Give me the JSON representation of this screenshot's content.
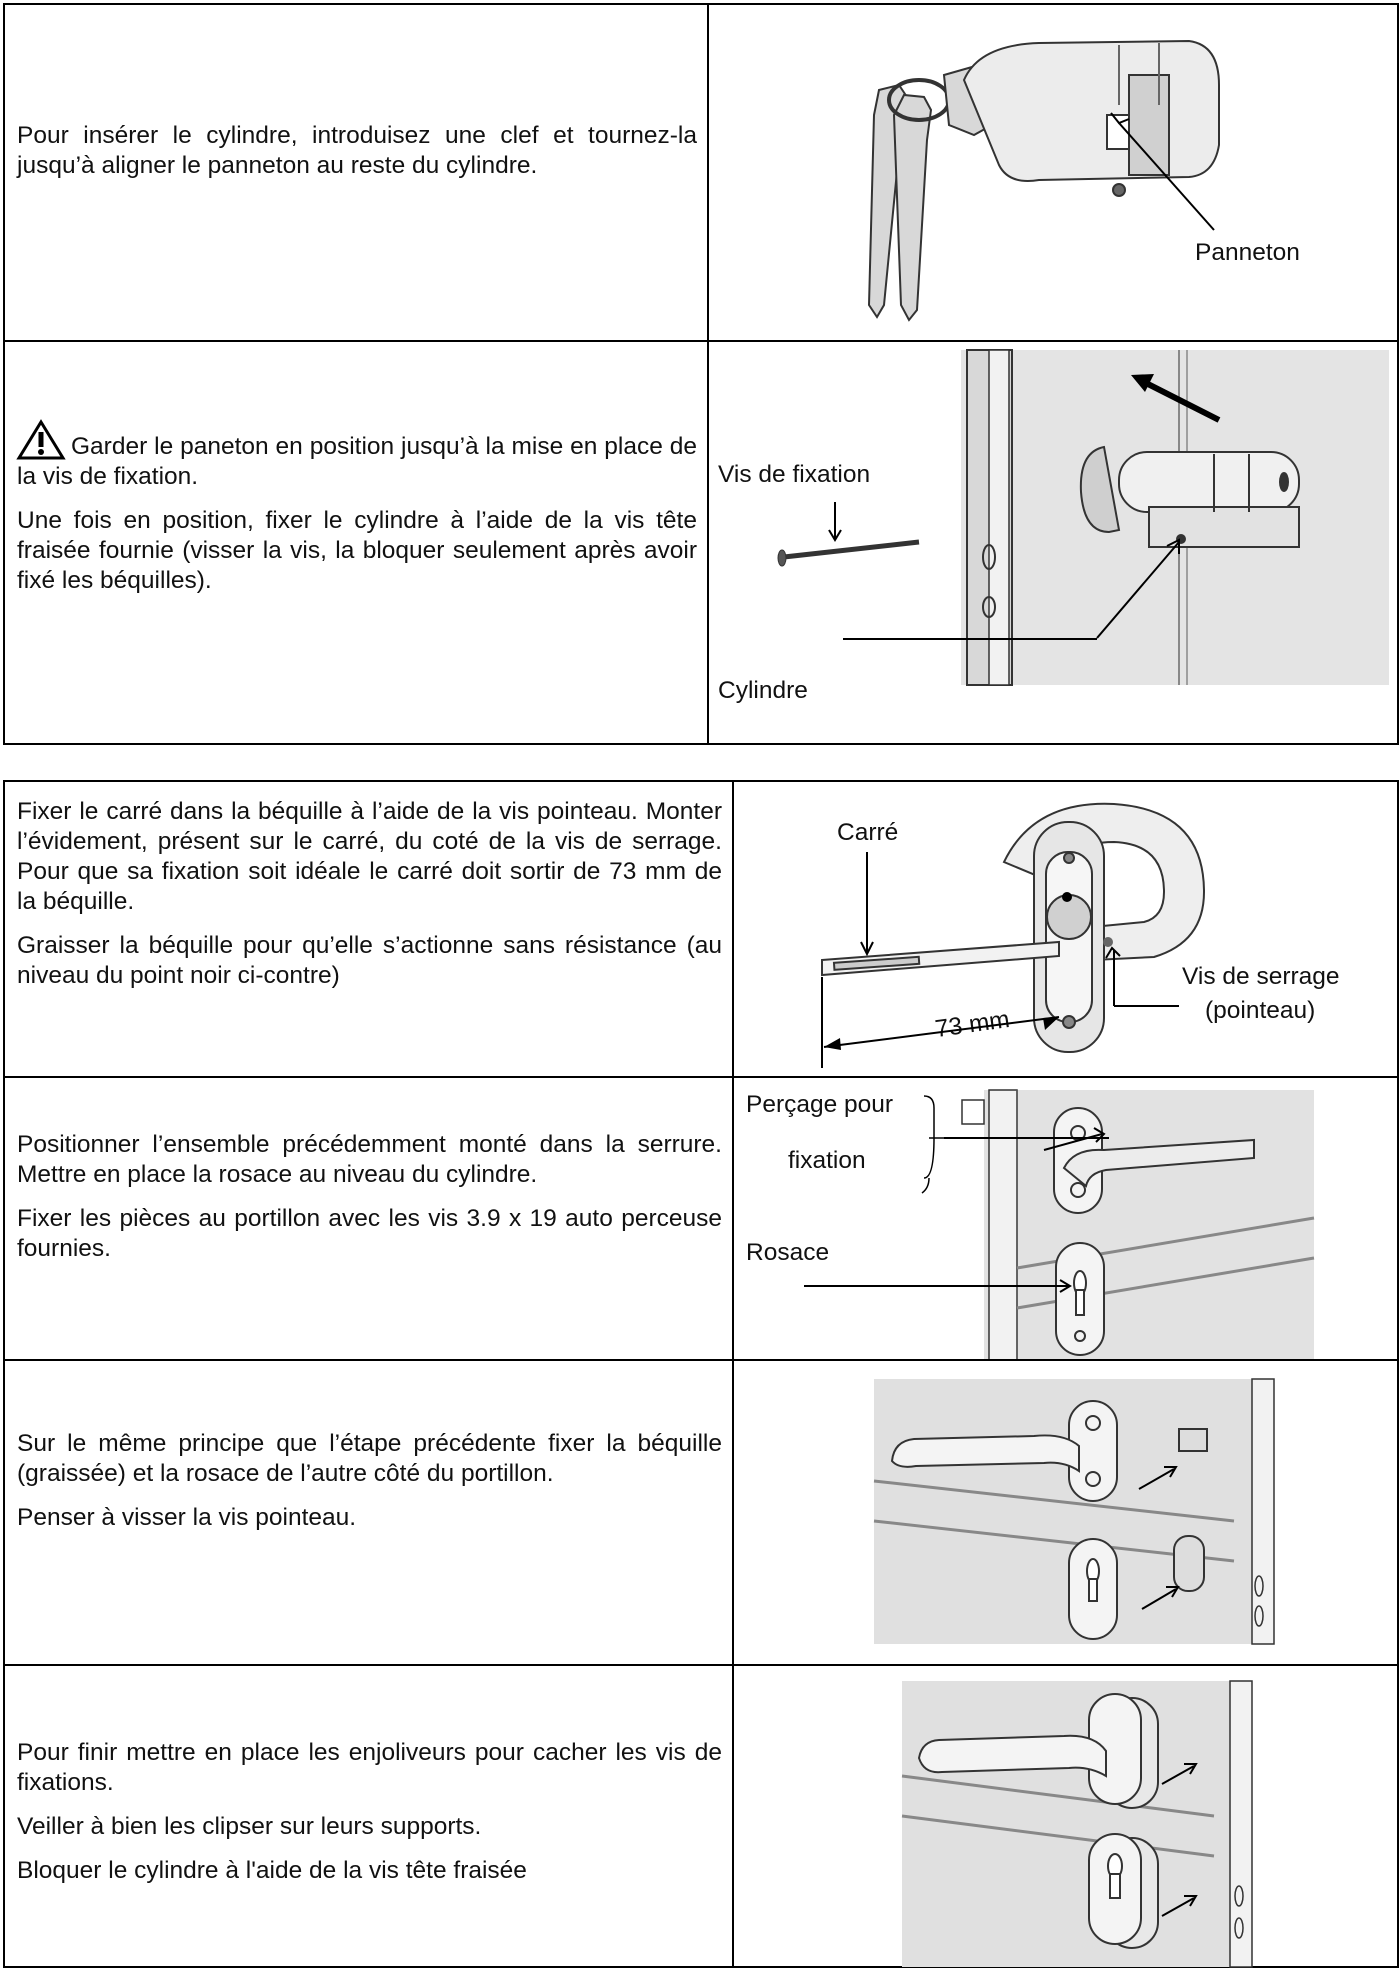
{
  "section1": {
    "step1": {
      "text": "Pour insérer le cylindre, introduisez une clef et tournez-la jusqu’à aligner le panneton au reste du cylindre.",
      "label_panneton": "Panneton"
    },
    "step2": {
      "warning_text": "Garder le paneton en position jusqu’à la mise en place de la vis de fixation.",
      "text": "Une fois en position, fixer le cylindre à l’aide de la vis tête fraisée fournie (visser la vis, la bloquer seulement après avoir fixé les béquilles).",
      "label_vis_fixation": "Vis de fixation",
      "label_cylindre": "Cylindre"
    }
  },
  "section2": {
    "step3": {
      "text1": "Fixer le carré dans la béquille à l’aide de la vis pointeau. Monter l’évidement, présent sur le carré, du coté de la vis de serrage. Pour que sa fixation soit idéale le carré doit sortir de 73 mm de la béquille.",
      "text2": "Graisser la béquille pour qu’elle s’actionne sans résistance (au niveau du point noir ci-contre)",
      "label_carre": "Carré",
      "label_dimension": "73 mm",
      "label_vis_serrage_1": "Vis de serrage",
      "label_vis_serrage_2": "(pointeau)"
    },
    "step4": {
      "text1": "Positionner l’ensemble précédemment monté dans la serrure. Mettre en place la rosace au niveau du cylindre.",
      "text2": "Fixer les pièces au portillon avec les vis 3.9 x 19 auto perceuse fournies.",
      "label_percage_1": "Perçage pour",
      "label_percage_2": "fixation",
      "label_rosace": "Rosace"
    },
    "step5": {
      "text1": "Sur le même principe que l’étape précédente fixer la béquille (graissée) et la rosace de l’autre côté du portillon.",
      "text2": "Penser à visser la vis pointeau."
    },
    "step6": {
      "text1": "Pour finir mettre en place les enjoliveurs pour cacher les vis de fixations.",
      "text2": "Veiller à bien les clipser sur leurs supports.",
      "text3": "Bloquer le cylindre à l'aide de la vis tête fraisée"
    }
  },
  "icons": [
    "warning-triangle-icon"
  ]
}
